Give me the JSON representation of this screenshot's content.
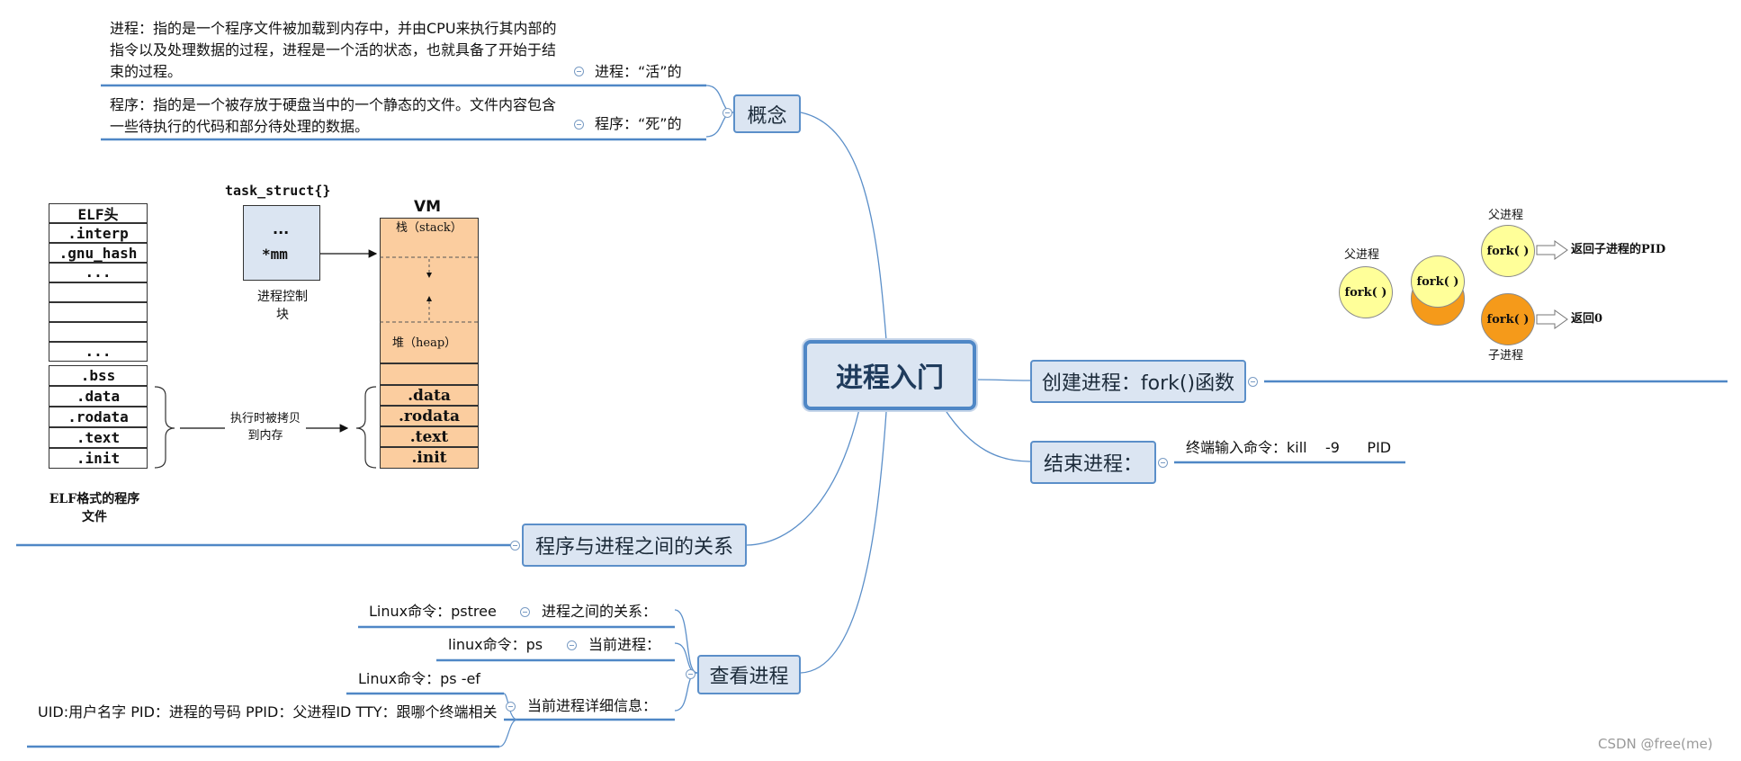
{
  "root": {
    "label": "进程入门"
  },
  "concept": {
    "label": "概念",
    "items": [
      {
        "label": "进程：“活”的",
        "desc": "进程：指的是一个程序文件被加载到内存中，并由CPU来执行其内部的指令以及处理数据的过程，进程是一个活的状态，也就具备了开始于结束的过程。"
      },
      {
        "label": "程序：“死”的",
        "desc": "程序：指的是一个被存放于硬盘当中的一个静态的文件。文件内容包含一些待执行的代码和部分待处理的数据。"
      }
    ]
  },
  "relation": {
    "label": "程序与进程之间的关系",
    "elf": {
      "cells": [
        "ELF头",
        ".interp",
        ".gnu_hash",
        "...",
        "",
        "",
        "",
        "...",
        ".bss",
        ".data",
        ".rodata",
        ".text",
        ".init"
      ],
      "caption": "ELF格式的程序文件"
    },
    "task_struct": {
      "title": "task_struct{}",
      "line1": "...",
      "line2": "*mm",
      "caption": "进程控制块"
    },
    "arrow_label": "执行时被拷贝到内存",
    "vm": {
      "title": "VM",
      "stack": "栈（stack）",
      "heap": "堆（heap）",
      "sections": [
        ".data",
        ".rodata",
        ".text",
        ".init"
      ]
    }
  },
  "view": {
    "label": "查看进程",
    "items": [
      {
        "label": "进程之间的关系：",
        "detail": "Linux命令：pstree"
      },
      {
        "label": "当前进程：",
        "detail": "linux命令：ps"
      },
      {
        "label": "当前进程详细信息：",
        "detail": "Linux命令：ps -ef",
        "detail2": "UID:用户名字  PID：进程的号码   PPID：父进程ID   TTY：跟哪个终端相关"
      }
    ]
  },
  "create": {
    "label": "创建进程：fork()函数",
    "fig": {
      "parent": "父进程",
      "child": "子进程",
      "fork": "fork( )",
      "ret_parent": "返回子进程的PID",
      "ret_child": "返回0"
    }
  },
  "end": {
    "label": "结束进程：",
    "detail": "终端输入命令：kill    -9      PID"
  },
  "watermark": "CSDN @free(me)",
  "colors": {
    "line": "#5b8fc9",
    "node_fill": "#dbe5f2",
    "vm_fill": "#fbcd9f",
    "yellow": "#ffff99",
    "orange": "#f59a1a"
  }
}
